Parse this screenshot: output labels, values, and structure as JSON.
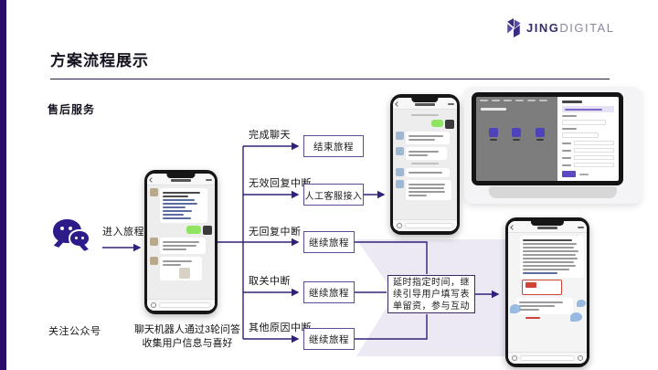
{
  "logo": {
    "icon": "jingdigital-logo-icon",
    "brand_bold": "JING",
    "brand_light": "DIGITAL"
  },
  "title": "方案流程展示",
  "section_label": "售后服务",
  "journey_start": {
    "channel_icon": "wechat-icon",
    "enter_arrow_label": "进入旅程",
    "follow_label": "关注公众号"
  },
  "chatbot_phone_caption": "聊天机器人通过3轮问答收集用户信息与喜好",
  "flow": {
    "branches": [
      {
        "condition": "完成聊天",
        "result": "结束旅程"
      },
      {
        "condition": "无效回复中断",
        "result": "人工客服接入"
      },
      {
        "condition": "无回复中断",
        "result": "继续旅程"
      },
      {
        "condition": "取关中断",
        "result": "继续旅程"
      },
      {
        "condition": "其他原因中断",
        "result": "继续旅程"
      }
    ],
    "delay_note": "延时指定时间，继续引导用户填写表单留资，参与互动"
  },
  "colors": {
    "accent_bar": "#2a0a68",
    "flow_line": "#33207a",
    "box_border": "#5f4b94",
    "wechat_purple": "#2e1b8a",
    "bg_arrow": "#ece9f4",
    "chat_green": "#8fe562",
    "alert_red": "#cf4436"
  }
}
